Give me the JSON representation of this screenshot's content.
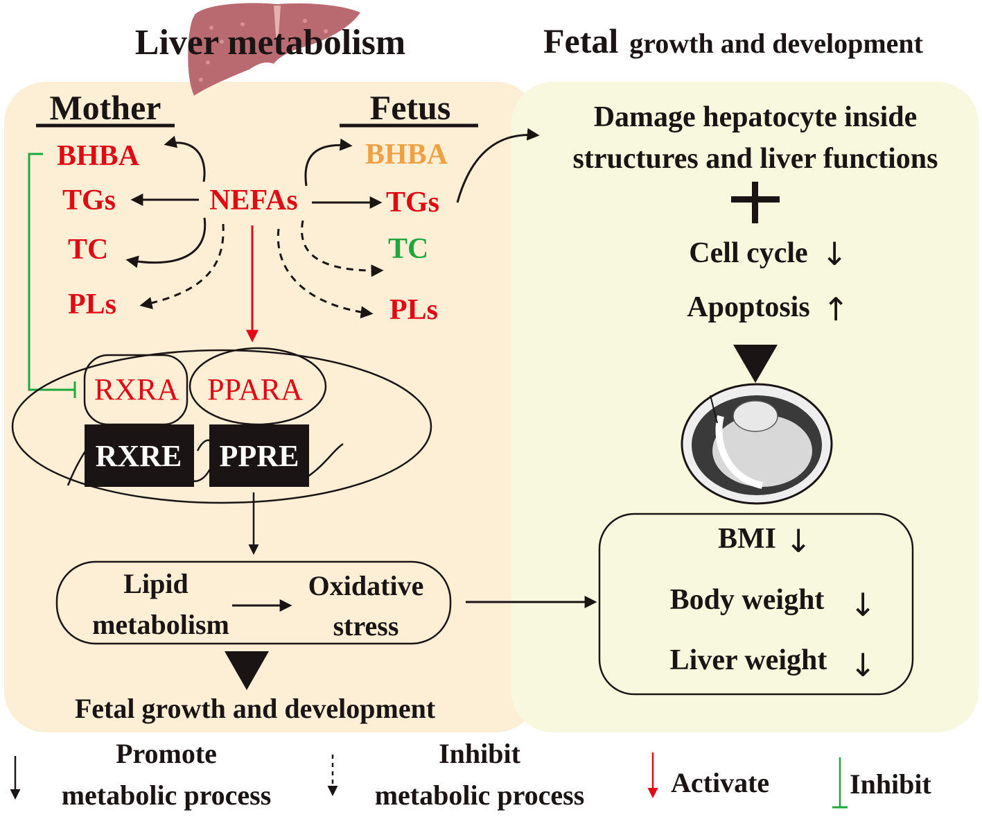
{
  "colors": {
    "left_panel": "#fcefd6",
    "right_panel": "#f8f8df",
    "red": "#e00a14",
    "orange": "#f0a040",
    "green": "#1ea83c",
    "black": "#1a1414",
    "liver": "#b86a70"
  },
  "titles": {
    "left": "Liver metabolism",
    "right_big": "Fetal",
    "right_rest": "growth and development"
  },
  "left_panel": {
    "mother_heading": "Mother",
    "fetus_heading": "Fetus",
    "center_node": "NEFAs",
    "mother_items": [
      "BHBA",
      "TGs",
      "TC",
      "PLs"
    ],
    "fetus_items": [
      "BHBA",
      "TGs",
      "TC",
      "PLs"
    ],
    "receptors": [
      "RXRA",
      "PPARA"
    ],
    "response_elements": [
      "RXRE",
      "PPRE"
    ],
    "process_box": {
      "left_line1": "Lipid",
      "left_line2": "metabolism",
      "right_line1": "Oxidative",
      "right_line2": "stress"
    },
    "outcome": "Fetal growth and development"
  },
  "right_panel": {
    "damage_line1": "Damage hepatocyte inside",
    "damage_line2": "structures and liver functions",
    "plus": "+",
    "cell_cycle": "Cell cycle",
    "cell_cycle_arrow": "↓",
    "apoptosis": "Apoptosis",
    "apoptosis_arrow": "↑",
    "fetus_illustration": "calf-fetus-in-uterus",
    "outcomes": [
      {
        "label": "BMI",
        "arrow": "↓"
      },
      {
        "label": "Body weight",
        "arrow": "↓"
      },
      {
        "label": "Liver weight",
        "arrow": "↓"
      }
    ]
  },
  "legend": [
    {
      "type": "solid-arrow",
      "line1": "Promote",
      "line2": "metabolic process"
    },
    {
      "type": "dashed-arrow",
      "line1": "Inhibit",
      "line2": "metabolic process"
    },
    {
      "type": "red-arrow",
      "label": "Activate"
    },
    {
      "type": "green-bar",
      "label": "Inhibit"
    }
  ]
}
